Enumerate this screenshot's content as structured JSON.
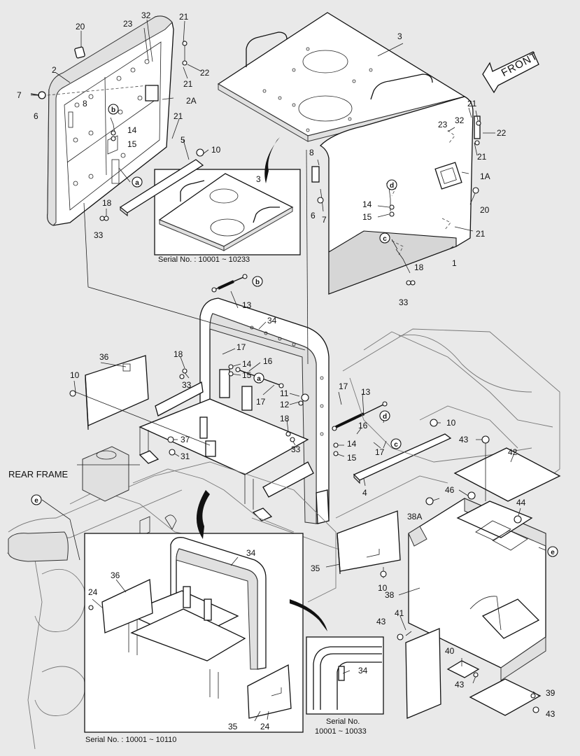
{
  "parts": {
    "p20a": "20",
    "p2": "2",
    "p7a": "7",
    "p6a": "6",
    "p8a": "8",
    "pba": "b",
    "p23a": "23",
    "p32a": "32",
    "p21a": "21",
    "p22a": "22",
    "p21b": "21",
    "p2A": "2A",
    "p14a": "14",
    "p15a": "15",
    "p21c": "21",
    "p5": "5",
    "p10a": "10",
    "paa": "a",
    "p18a": "18",
    "p33a": "33",
    "p3a": "3",
    "p3b": "3",
    "p21d": "21",
    "p23b": "23",
    "p32b": "32",
    "p22b": "22",
    "p21e": "21",
    "p8b": "8",
    "p1A": "1A",
    "pda": "d",
    "p14b": "14",
    "p15b": "15",
    "p6b": "6",
    "p7b": "7",
    "p20b": "20",
    "p21f": "21",
    "pca": "c",
    "p1": "1",
    "p18b": "18",
    "p33b": "33",
    "p13a": "13",
    "pbb": "b",
    "p34a": "34",
    "p36a": "36",
    "p10b": "10",
    "p18c": "18",
    "p33c": "33",
    "p17a": "17",
    "p14c": "14",
    "p16a": "16",
    "p15c": "15",
    "pab": "a",
    "p17b": "17",
    "p11": "11",
    "p12": "12",
    "p17c": "17",
    "p13b": "13",
    "p16b": "16",
    "pdb": "d",
    "p18d": "18",
    "p33d": "33",
    "p14d": "14",
    "p15d": "15",
    "pcb": "c",
    "p17d": "17",
    "p10c": "10",
    "p4": "4",
    "p37": "37",
    "p31": "31",
    "p43a": "43",
    "p42": "42",
    "p46": "46",
    "p44": "44",
    "p38A": "38A",
    "pea": "e",
    "peb": "e",
    "p35a": "35",
    "p10d": "10",
    "p38": "38",
    "p41": "41",
    "p43b": "43",
    "p40": "40",
    "p43c": "43",
    "p39": "39",
    "p43d": "43",
    "p34b": "34",
    "p36b": "36",
    "p24a": "24",
    "p35b": "35",
    "p24b": "24",
    "p34c": "34"
  },
  "labels": {
    "front": "FRONT",
    "rear_frame": "REAR FRAME",
    "serial_top": "Serial No. : 10001 ~ 10233",
    "serial_bottom": "Serial No. : 10001 ~ 10110",
    "serial_detail_line1": "Serial No.",
    "serial_detail_line2": "10001 ~ 10033"
  }
}
